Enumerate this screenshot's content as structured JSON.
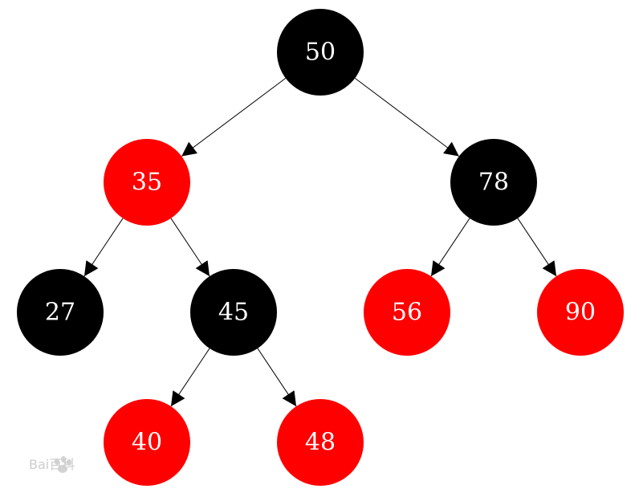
{
  "colors": {
    "black_node": "#000000",
    "red_node": "#ff0000",
    "label": "#ffffff",
    "edge": "#000000"
  },
  "nodes": [
    {
      "id": "n50",
      "label": "50",
      "color": "black"
    },
    {
      "id": "n35",
      "label": "35",
      "color": "red"
    },
    {
      "id": "n78",
      "label": "78",
      "color": "black"
    },
    {
      "id": "n27",
      "label": "27",
      "color": "black"
    },
    {
      "id": "n45",
      "label": "45",
      "color": "black"
    },
    {
      "id": "n56",
      "label": "56",
      "color": "red"
    },
    {
      "id": "n90",
      "label": "90",
      "color": "red"
    },
    {
      "id": "n40",
      "label": "40",
      "color": "red"
    },
    {
      "id": "n48",
      "label": "48",
      "color": "red"
    }
  ],
  "edges": [
    {
      "from": "n50",
      "to": "n35"
    },
    {
      "from": "n50",
      "to": "n78"
    },
    {
      "from": "n35",
      "to": "n27"
    },
    {
      "from": "n35",
      "to": "n45"
    },
    {
      "from": "n78",
      "to": "n56"
    },
    {
      "from": "n78",
      "to": "n90"
    },
    {
      "from": "n45",
      "to": "n40"
    },
    {
      "from": "n45",
      "to": "n48"
    }
  ],
  "watermark": {
    "text": "Bai百科",
    "icon": "baidu-paw-icon"
  }
}
